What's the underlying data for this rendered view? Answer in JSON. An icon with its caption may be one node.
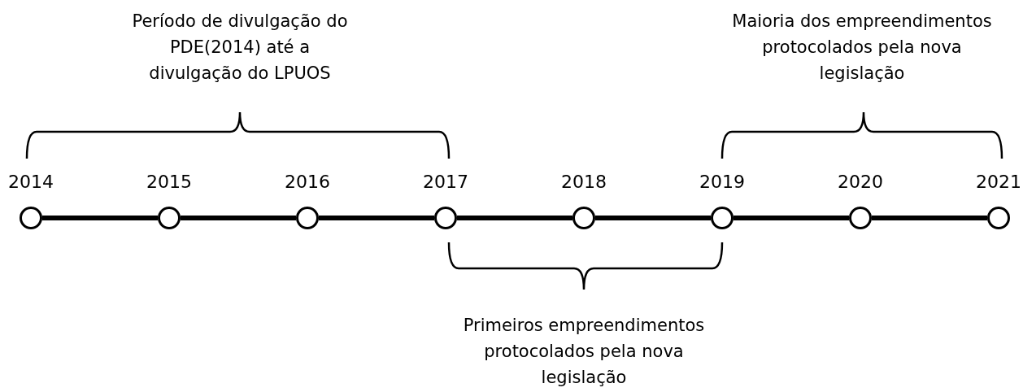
{
  "diagram": {
    "nodes": [
      {
        "text": [],
        "shape": "circle",
        "beside": [
          "2014"
        ]
      },
      {
        "text": [],
        "shape": "circle",
        "beside": [
          "2015"
        ]
      },
      {
        "text": [],
        "shape": "circle",
        "beside": [
          "2016"
        ]
      },
      {
        "text": [],
        "shape": "circle",
        "beside": [
          "2017"
        ]
      },
      {
        "text": [],
        "shape": "circle",
        "beside": [
          "2018"
        ]
      },
      {
        "text": [],
        "shape": "circle",
        "beside": [
          "2019"
        ]
      },
      {
        "text": [],
        "shape": "circle",
        "beside": [
          "2020"
        ]
      },
      {
        "text": [],
        "shape": "circle",
        "beside": [
          "2021"
        ]
      }
    ],
    "edges": [
      {
        "from": 0,
        "to": 1,
        "arrow": "none"
      },
      {
        "from": 1,
        "to": 2,
        "arrow": "none"
      },
      {
        "from": 2,
        "to": 3,
        "arrow": "none"
      },
      {
        "from": 3,
        "to": 4,
        "arrow": "none"
      },
      {
        "from": 4,
        "to": 5,
        "arrow": "none"
      },
      {
        "from": 5,
        "to": 6,
        "arrow": "none"
      },
      {
        "from": 6,
        "to": 7,
        "arrow": "none"
      }
    ],
    "labels": [
      "Período de divulgação do PDE(2014) até a divulgação do LPUOS",
      "Maioria dos empreendimentos protocolados pela nova legislação",
      "Primeiros empreendimentos protocolados pela nova legislação"
    ]
  }
}
